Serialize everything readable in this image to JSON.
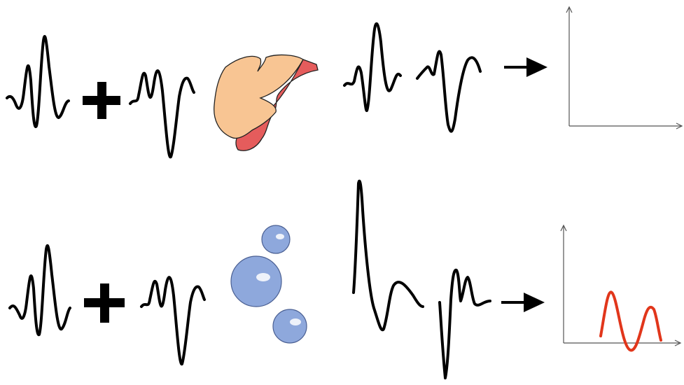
{
  "colors": {
    "wave": "#000000",
    "tissue_body": "#f8c593",
    "tissue_cut": "#e55c5c",
    "bubble": "#8ea8dc",
    "bubble_highlight": "#ffffff",
    "response_curve": "#e1361b",
    "axis": "#555555"
  },
  "rows": [
    {
      "id": "tissue",
      "operator": "plus",
      "medium": "tissue-icon",
      "result": "arrow-right-icon",
      "response_plot": "empty"
    },
    {
      "id": "microbubbles",
      "operator": "plus",
      "medium": "microbubbles-icon",
      "result": "arrow-right-icon",
      "response_plot": "nonlinear-response"
    }
  ]
}
